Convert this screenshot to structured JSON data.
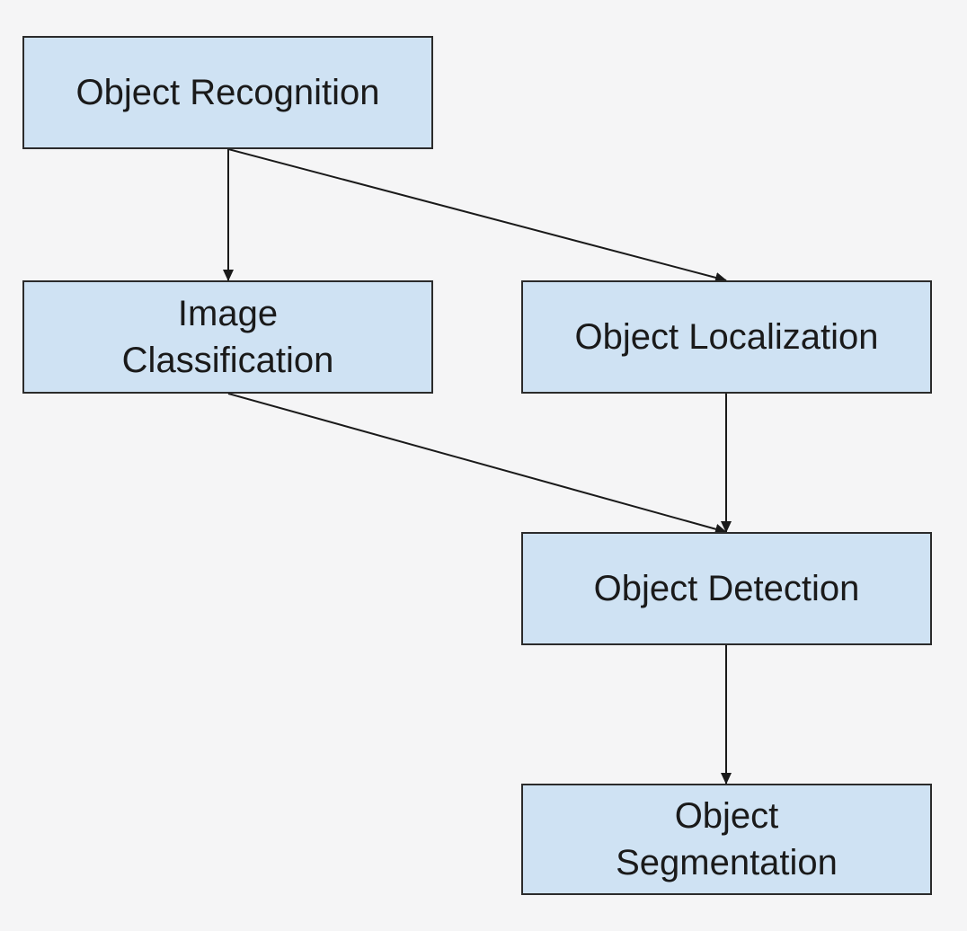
{
  "diagram": {
    "nodes": {
      "recognition": "Object Recognition",
      "classification": "Image\nClassification",
      "localization": "Object Localization",
      "detection": "Object Detection",
      "segmentation": "Object\nSegmentation"
    },
    "edges": [
      {
        "from": "recognition",
        "to": "classification"
      },
      {
        "from": "recognition",
        "to": "localization"
      },
      {
        "from": "classification",
        "to": "detection"
      },
      {
        "from": "localization",
        "to": "detection"
      },
      {
        "from": "detection",
        "to": "segmentation"
      }
    ],
    "colors": {
      "node_fill": "#cfe2f3",
      "node_border": "#2b2b2b",
      "arrow": "#1a1a1a",
      "background": "#f5f5f6"
    }
  }
}
